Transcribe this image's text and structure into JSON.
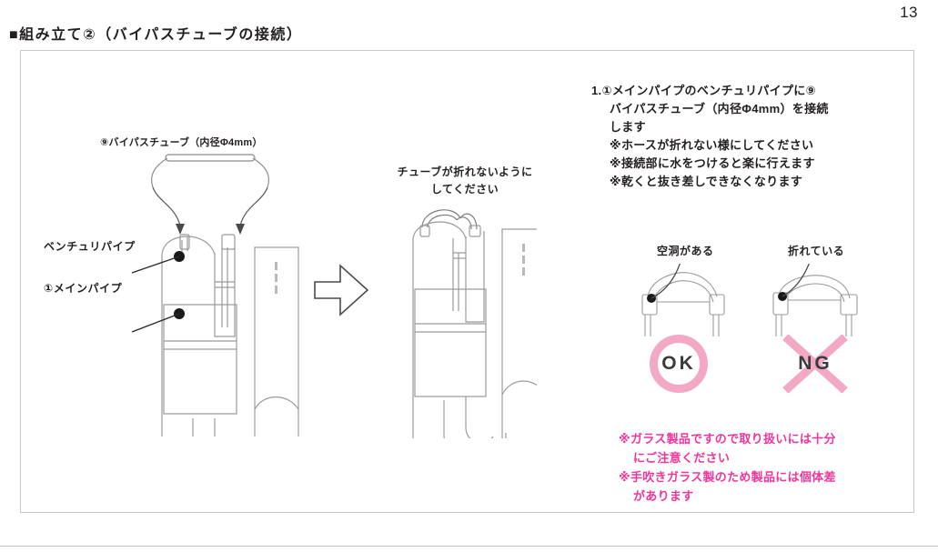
{
  "page": {
    "number": "13",
    "heading": "■組み立て②（バイパスチューブの接続）"
  },
  "left_diagram": {
    "name": "exploded-assembly-view",
    "labels": {
      "bypass_tube": "⑨バイパスチューブ（内径Φ4mm）",
      "venturi_pipe": "ベンチュリパイプ",
      "main_pipe": "①メインパイプ"
    }
  },
  "transition": {
    "arrow_icon": "arrow-right-icon"
  },
  "middle_diagram": {
    "name": "assembled-view",
    "caption_line1": "チューブが折れないように",
    "caption_line2": "してください"
  },
  "instructions": {
    "step_number": "1.",
    "line1": "①メインパイプのベンチュリパイプに⑨",
    "line2": "バイパスチューブ（内径Φ4mm）を接続",
    "line3": "します",
    "note1": "※ホースが折れない様にしてください",
    "note2": "※接続部に水をつけると楽に行えます",
    "note3": "※乾くと抜き差しできなくなります"
  },
  "comparison": {
    "ok": {
      "label": "空洞がある",
      "badge": "OK",
      "badge_color": "#f3a8c6"
    },
    "ng": {
      "label": "折れている",
      "badge": "NG",
      "badge_color": "#f3a8c6"
    }
  },
  "warnings": {
    "line1": "※ガラス製品ですので取り扱いには十分",
    "line2": "にご注意ください",
    "line3": "※手吹きガラス製のため製品には個体差",
    "line4": "があります",
    "color": "#f0359b"
  },
  "colors": {
    "panel_border": "#c9c9c9",
    "text": "#231f20",
    "line_art": "#8c8c8c"
  }
}
